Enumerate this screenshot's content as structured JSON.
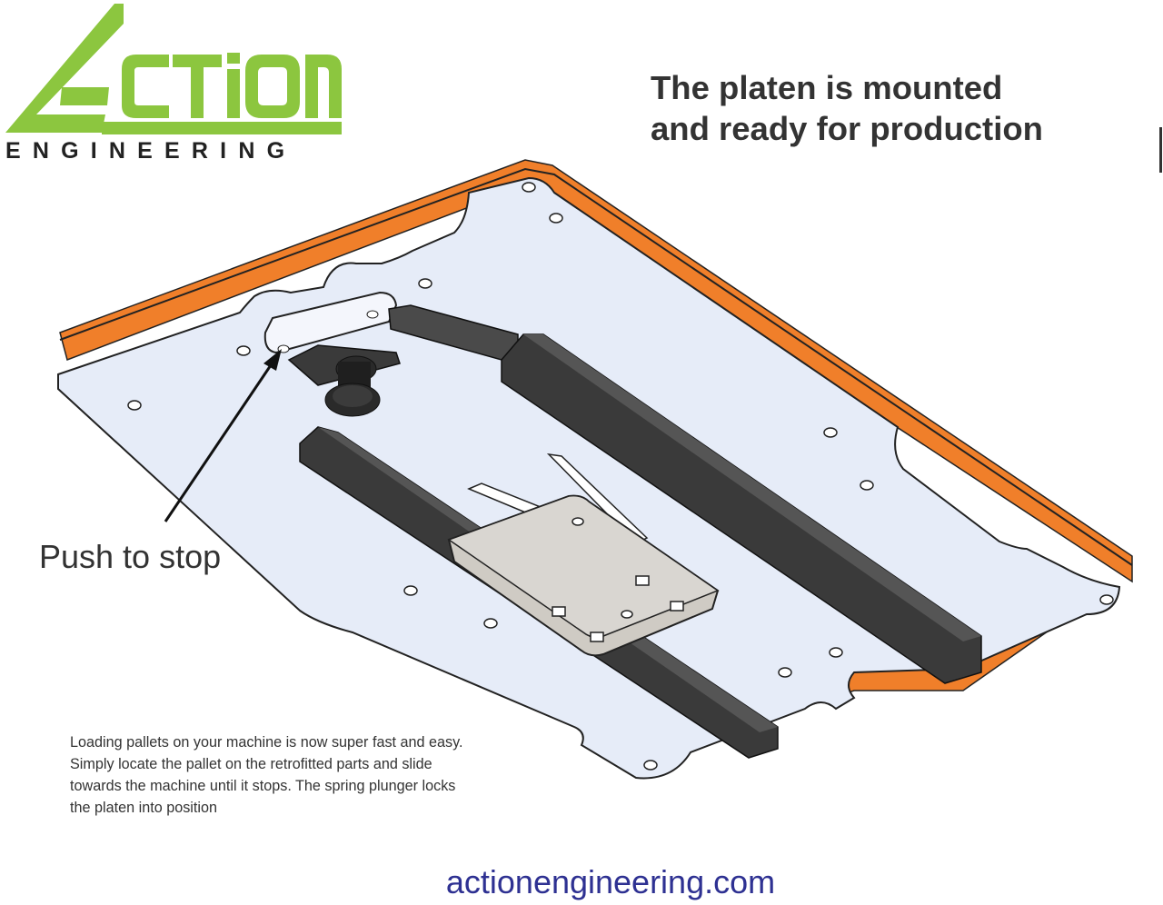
{
  "logo": {
    "wordmark": "ACTION",
    "subtitle": "ENGINEERING"
  },
  "headline": {
    "line1": "The platen is mounted",
    "line2": "and ready for production"
  },
  "callout": {
    "label": "Push to stop"
  },
  "description": {
    "line1": "Loading pallets on your machine is now super fast and easy.",
    "line2": "Simply locate the pallet on the retrofitted parts and slide",
    "line3": "towards the machine until it stops. The spring plunger locks",
    "line4": "the platen into position"
  },
  "footer": {
    "website": "actionengineering.com"
  },
  "colors": {
    "brand_green": "#8cc63f",
    "platen_orange": "#f07f2a",
    "plate_blue": "#e6ecf8",
    "rail_dark": "#3a3a3a",
    "link_blue": "#2e3192",
    "text": "#333333"
  }
}
